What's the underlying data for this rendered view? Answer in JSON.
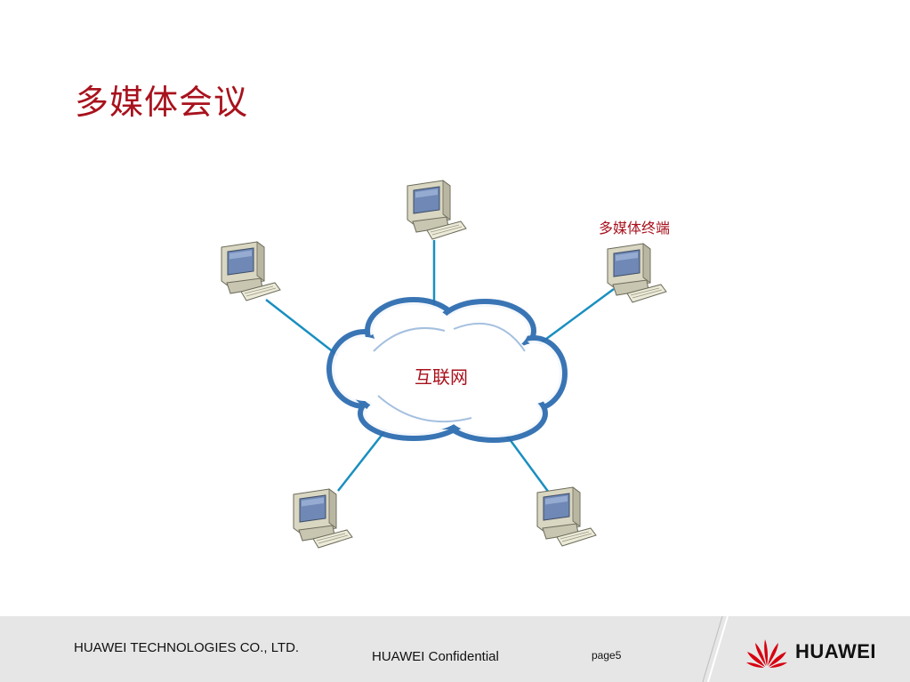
{
  "slide": {
    "title": "多媒体会议"
  },
  "diagram": {
    "cloud_label": "互联网",
    "terminal_label": "多媒体终端",
    "colors": {
      "link": "#1a8fc0",
      "cloud_stroke": "#2f6eb0",
      "text_accent": "#a8121d"
    }
  },
  "footer": {
    "company": "HUAWEI TECHNOLOGIES CO., LTD.",
    "confidential": "HUAWEI Confidential",
    "page": "page5",
    "logo_text": "HUAWEI",
    "background": "#e6e6e6"
  }
}
